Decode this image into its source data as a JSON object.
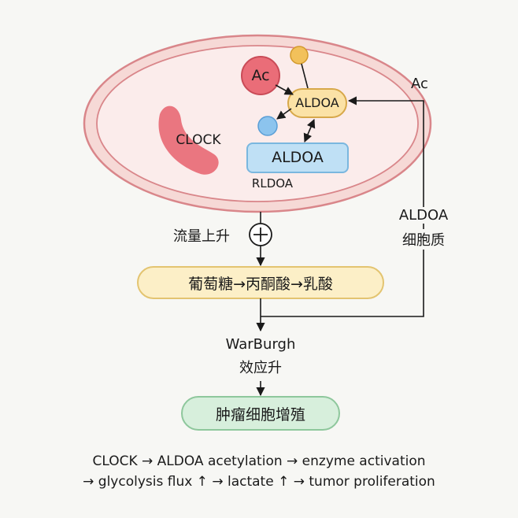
{
  "cell": {
    "acetyl_group_label": "Ac",
    "clock_label": "CLOCK",
    "aldoa_small_label": "ALDOA",
    "aldoa_large_label": "ALDOA",
    "rldoa_label": "RLDOA"
  },
  "cytoplasm_path": {
    "ac_label": "Ac",
    "aldoa_line": "ALDOA",
    "cytoplasm_line": "细胞质"
  },
  "flow": {
    "flux_up_label": "流量上升",
    "plus_symbol": "+",
    "glycolysis_box": "葡萄糖→丙酮酸→乳酸",
    "warburg_line1": "WarBurgh",
    "warburg_line2": "效应升",
    "tumor_box": "肿瘤细胞增殖"
  },
  "caption": {
    "line1": "CLOCK → ALDOA acetylation → enzyme activation",
    "line2": "→ glycolysis flux ↑ → lactate ↑ → tumor proliferation"
  },
  "colors": {
    "cell_outer_fill": "#f6d9d6",
    "cell_outer_stroke": "#d9868a",
    "cell_inner_fill": "#fbeceb",
    "ac_fill": "#ea6d78",
    "clock_fill": "#ea7680",
    "small_ball_fill": "#f2c15b",
    "blue_ball_fill": "#8cc4ee",
    "aldoa_small_fill": "#fbe2a6",
    "aldoa_large_fill": "#bfe0f5",
    "glycolysis_fill": "#fcefc7",
    "glycolysis_stroke": "#e3c470",
    "tumor_fill": "#d7efdc",
    "tumor_stroke": "#8ec79c"
  }
}
